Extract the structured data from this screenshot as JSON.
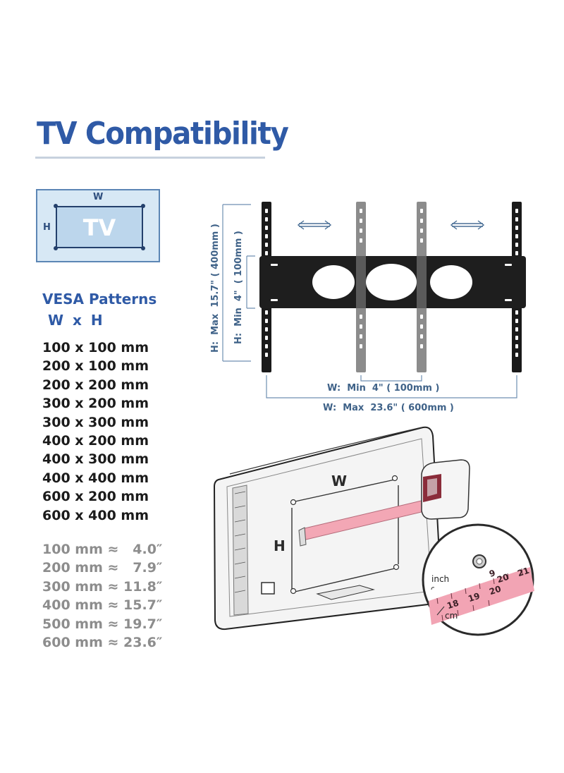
{
  "title": "TV Compatibility",
  "tv_icon": {
    "w_label": "W",
    "h_label": "H",
    "tv_label": "TV"
  },
  "vesa": {
    "heading": "VESA Patterns",
    "wh_label": "W x H",
    "patterns": [
      "100 x 100 mm",
      "200 x 100 mm",
      "200 x 200 mm",
      "300 x 200 mm",
      "300 x 300 mm",
      "400 x 200 mm",
      "400 x 300 mm",
      "400 x 400 mm",
      "600 x 200 mm",
      "600 x 400 mm"
    ],
    "conversions": [
      "100 mm ≈   4.0″",
      "200 mm ≈   7.9″",
      "300 mm ≈ 11.8″",
      "400 mm ≈ 15.7″",
      "500 mm ≈ 19.7″",
      "600 mm ≈ 23.6″"
    ]
  },
  "bracket": {
    "h_max_label": "H:  Max  15.7\" ( 400mm )",
    "h_min_label": "H:  Min  4\"  ( 100mm )",
    "w_min_label": "W:  Min  4\" ( 100mm )",
    "w_max_label": "W:  Max  23.6\" ( 600mm )"
  },
  "measure": {
    "w_label": "W",
    "h_label": "H",
    "inch_label": "inch",
    "cm_label": "cm",
    "inch_ticks": [
      "9",
      "20",
      "21"
    ],
    "cm_ticks": [
      "18",
      "19",
      "20"
    ]
  },
  "colors": {
    "title": "#2f5aa6",
    "dimension_text": "#3f6288",
    "pattern_text": "#1b1b1b",
    "conversion_text": "#8d8d8d",
    "tv_box_fill": "#d7e8f5",
    "tape_pink": "#f3a7b5"
  }
}
